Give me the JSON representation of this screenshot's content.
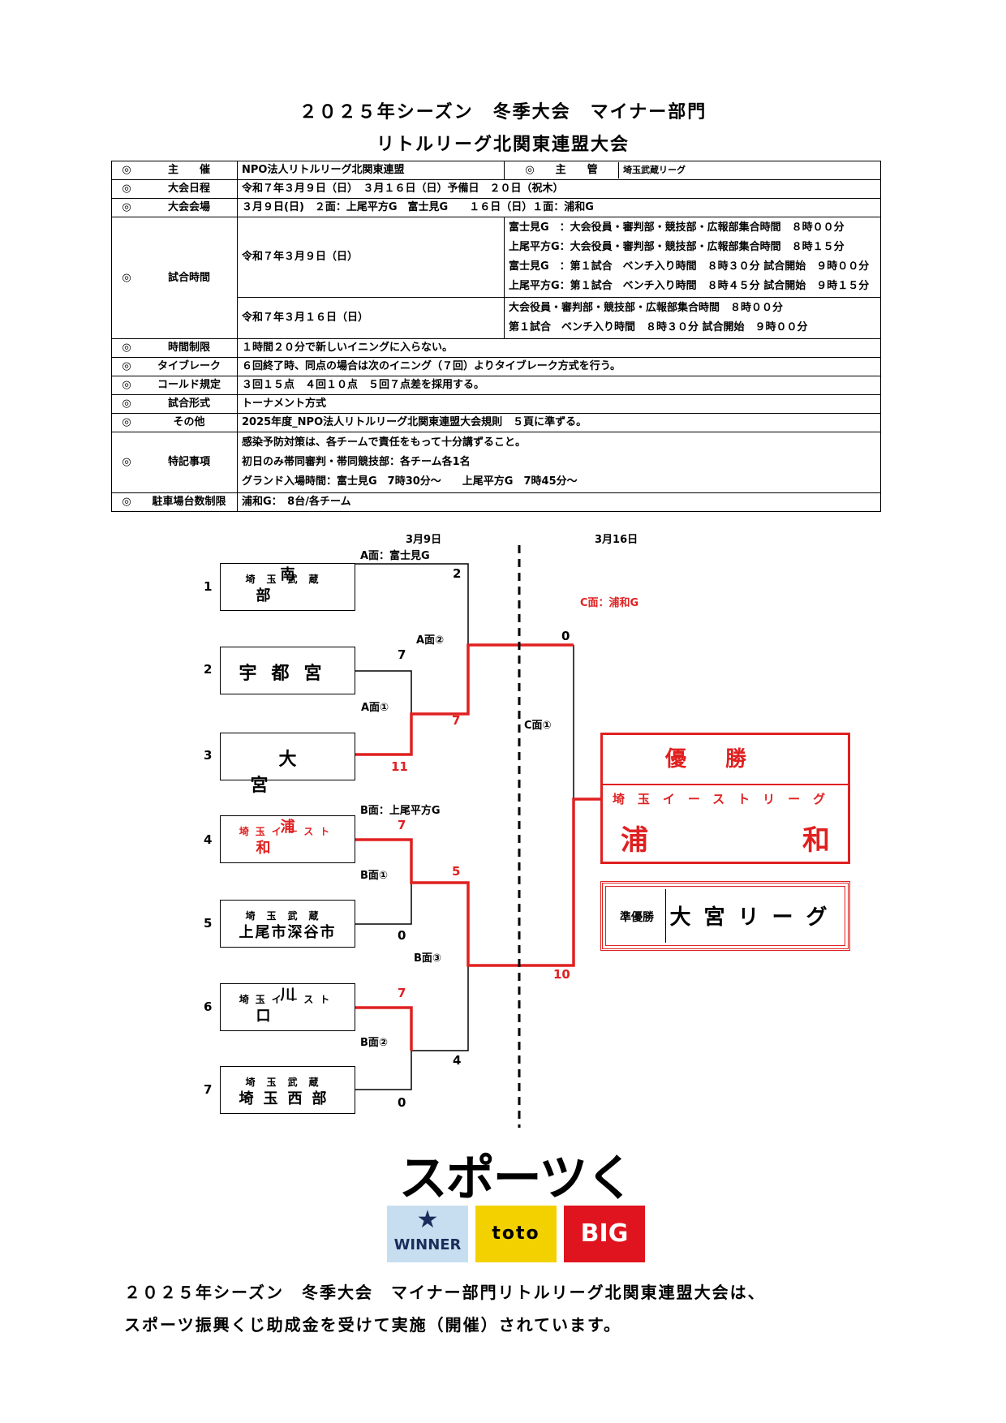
{
  "title_line1": "２０２５年シーズン　冬季大会　マイナー部門",
  "title_line2": "リトルリーグ北関東連盟大会",
  "info": {
    "mark": "◎",
    "r1": {
      "lab": "主　　催",
      "val": "NPO法人リトルリーグ北関東連盟",
      "lab2": "主　　管",
      "val2": "埼玉武蔵リーグ"
    },
    "r2": {
      "lab": "大会日程",
      "val": "令和７年３月９日（日）　３月１６日（日）予備日　２０日（祝木）"
    },
    "r3": {
      "lab": "大会会場",
      "val": "３月９日(日)　２面：上尾平方G　富士見G　　１６日（日）１面：浦和G"
    },
    "r4": {
      "lab": "試合時間",
      "d1": "令和７年３月９日（日）",
      "d1_lines": [
        "富士見G　：大会役員・審判部・競技部・広報部集合時間　８時００分",
        "上尾平方G：大会役員・審判部・競技部・広報部集合時間　８時１５分",
        "富士見G　：第１試合　ベンチ入り時間　８時３０分 試合開始　９時００分",
        "上尾平方G：第１試合　ベンチ入り時間　８時４５分 試合開始　９時１５分"
      ],
      "d2": "令和７年３月１６日（日）",
      "d2_lines": [
        "大会役員・審判部・競技部・広報部集合時間　８時００分",
        "第１試合　ベンチ入り時間　８時３０分 試合開始　９時００分"
      ]
    },
    "r5": {
      "lab": "時間制限",
      "val": "１時間２０分で新しいイニングに入らない。"
    },
    "r6": {
      "lab": "タイブレーク",
      "val": "６回終了時、同点の場合は次のイニング（７回）よりタイブレーク方式を行う。"
    },
    "r7": {
      "lab": "コールド規定",
      "val": "３回１５点　４回１０点　５回７点差を採用する。"
    },
    "r8": {
      "lab": "試合形式",
      "val": "トーナメント方式"
    },
    "r9": {
      "lab": "その他",
      "val": "2025年度_NPO法人リトルリーグ北関東連盟大会規則　５頁に準ずる。"
    },
    "r10": {
      "lab": "特記事項",
      "lines": [
        "感染予防対策は、各チームで責任をもって十分講ずること。",
        "初日のみ帯同審判・帯同競技部：各チーム各1名",
        "グランド入場時間：富士見G　7時30分～　　上尾平方G　7時45分～"
      ]
    },
    "r11": {
      "lab": "駐車場台数制限",
      "val": "浦和G：　8台/各チーム"
    }
  },
  "bracket": {
    "date1": "3月9日",
    "date2": "3月16日",
    "field_a": "A面：富士見G",
    "field_b": "B面：上尾平方G",
    "field_c": "C面：浦和G",
    "games": {
      "a1": "A面①",
      "a2": "A面②",
      "b1": "B面①",
      "b2": "B面②",
      "b3": "B面③",
      "c1": "C面①"
    },
    "teams": [
      {
        "seed": "1",
        "small": "埼玉武蔵",
        "big": "南部"
      },
      {
        "seed": "2",
        "small": "",
        "big": "宇都宮"
      },
      {
        "seed": "3",
        "small": "",
        "big": "大宮"
      },
      {
        "seed": "4",
        "small": "埼玉イースト",
        "big": "浦和"
      },
      {
        "seed": "5",
        "small": "埼玉武蔵",
        "big": "上尾市深谷市"
      },
      {
        "seed": "6",
        "small": "埼玉イースト",
        "big": "川口"
      },
      {
        "seed": "7",
        "small": "埼玉武蔵",
        "big": "埼玉西部"
      }
    ],
    "scores": {
      "t1": "2",
      "t2": "7",
      "t3": "11",
      "a1_win": "7",
      "t4": "7",
      "t5": "0",
      "b1_win": "5",
      "t6": "7",
      "t7": "0",
      "b2_lose": "4",
      "a2_win": "0",
      "b3_win": "10"
    },
    "champion_label": "優勝",
    "champion_league": "埼玉イーストリーグ",
    "champion_name_1": "浦",
    "champion_name_2": "和",
    "runner_label": "準優勝",
    "runner_name": "大宮リーグ",
    "red_color": "#e02020"
  },
  "logos": {
    "main": "スポーツくじ",
    "winner": "WINNER",
    "toto": "toto",
    "big": "BIG"
  },
  "footer_line1": "２０２５年シーズン　冬季大会　マイナー部門リトルリーグ北関東連盟大会は、",
  "footer_line2": "スポーツ振興くじ助成金を受けて実施（開催）されています。"
}
